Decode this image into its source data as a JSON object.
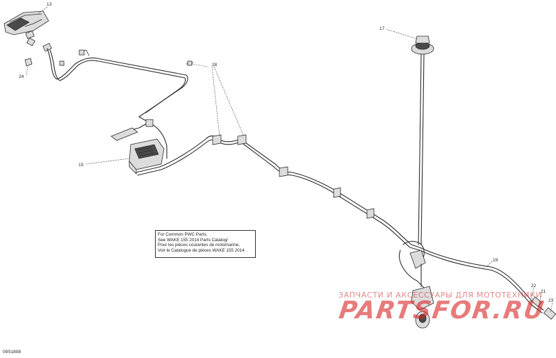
{
  "diagram": {
    "callouts": {
      "c13": "13",
      "c24": "24",
      "c28": "28",
      "c17": "17",
      "c15": "15",
      "c19": "19",
      "c22": "22",
      "c21": "21",
      "c23": "23"
    },
    "note_lines": [
      "For Common PWC Parts,",
      "See WAKE 155 2014 Parts Catalog/",
      "Pour les pièces courantes de motomarine,",
      "Voir le Catalogue de pièces WAKE 155 2014"
    ],
    "diagram_code": "09S1808"
  },
  "watermark": {
    "subtitle": "ЗАПЧАСТИ И АКСЕССУАРЫ ДЛЯ МОТОТЕХНИКИ",
    "logo_text": "PARTSFOR.RU",
    "color": "#d72323"
  },
  "colors": {
    "line": "#2b2b2b",
    "part_fill": "#dcdcdc",
    "background": "#ffffff"
  }
}
